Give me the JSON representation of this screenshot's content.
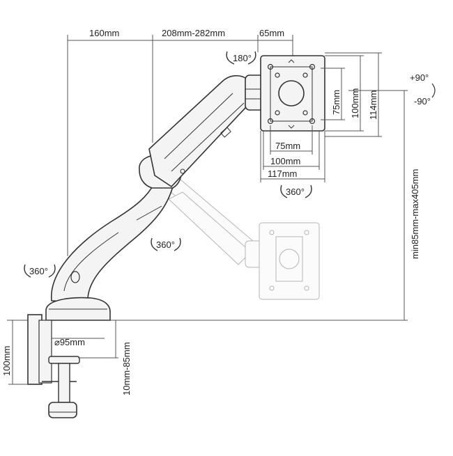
{
  "dimensions": {
    "arm_reach_inner": "160mm",
    "arm_reach_outer": "208mm-282mm",
    "plate_offset": "65mm",
    "vesa_height_small": "75mm",
    "vesa_height_large": "100mm",
    "plate_height": "114mm",
    "vesa_width_small": "75mm",
    "vesa_width_large": "100mm",
    "plate_width": "117mm",
    "height_range": "min85mm-max405mm",
    "clamp_height": "100mm",
    "desk_thickness": "10mm-85mm",
    "base_diameter": "⌀95mm"
  },
  "rotations": {
    "plate_flip": "180°",
    "plate_spin": "360°",
    "elbow_swivel": "360°",
    "base_swivel": "360°",
    "tilt_up": "+90°",
    "tilt_down": "-90°"
  },
  "colors": {
    "line": "#333333",
    "ghost": "#b5b5b5",
    "arm_fill": "#f4f4f4"
  }
}
